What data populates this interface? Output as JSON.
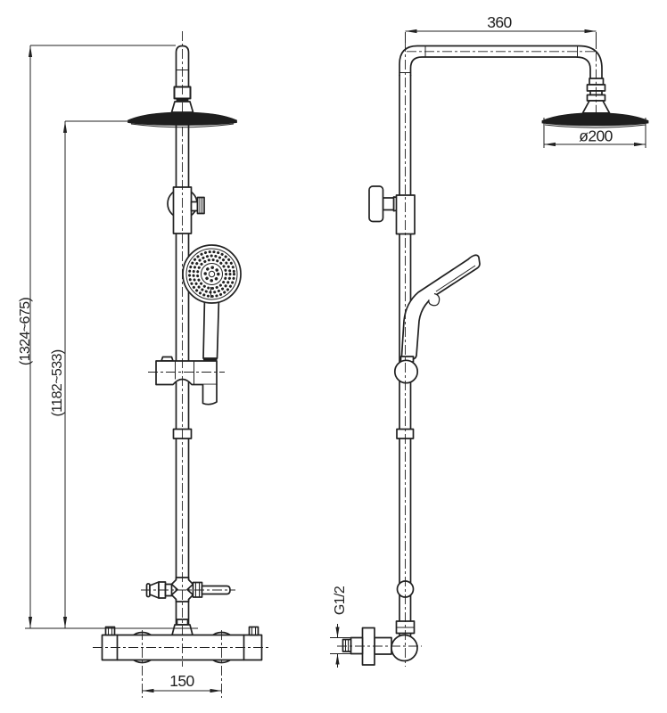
{
  "colors": {
    "line": "#212121",
    "dark": "#1e1e1e",
    "bg": "#ffffff"
  },
  "drawing": {
    "dimensions": {
      "overall_height": "(1324~675)",
      "height_to_head": "(1182~533)",
      "arm_length": "360",
      "head_diameter": "ø200",
      "inlet_centers": "150",
      "thread_size": "G1/2"
    }
  }
}
